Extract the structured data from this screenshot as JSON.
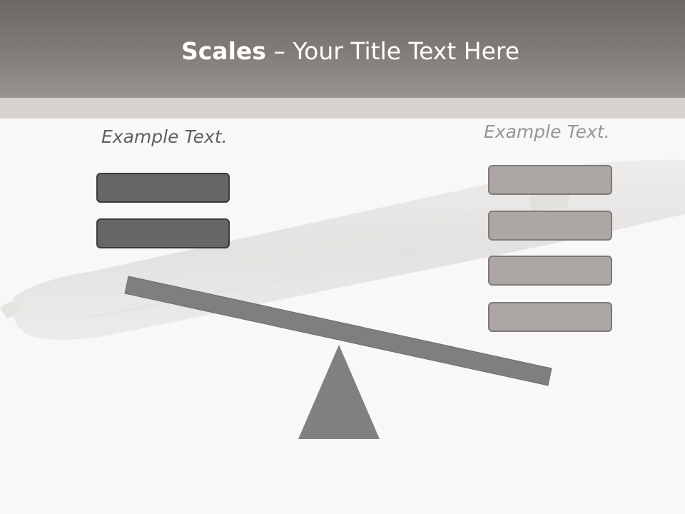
{
  "slide": {
    "title_bold": "Scales",
    "title_rest": " – Your Title Text Here",
    "left_label": "Example Text.",
    "right_label": "Example Text."
  },
  "scale": {
    "left_weights": 2,
    "right_weights": 4,
    "tilt": "down-right"
  },
  "colors": {
    "header": "#827d79",
    "header_band": "#d6d2cf",
    "background": "#f8f8f8",
    "dark_block": "#666666",
    "light_block": "#aca7a4",
    "beam": "#7f7f7f"
  }
}
